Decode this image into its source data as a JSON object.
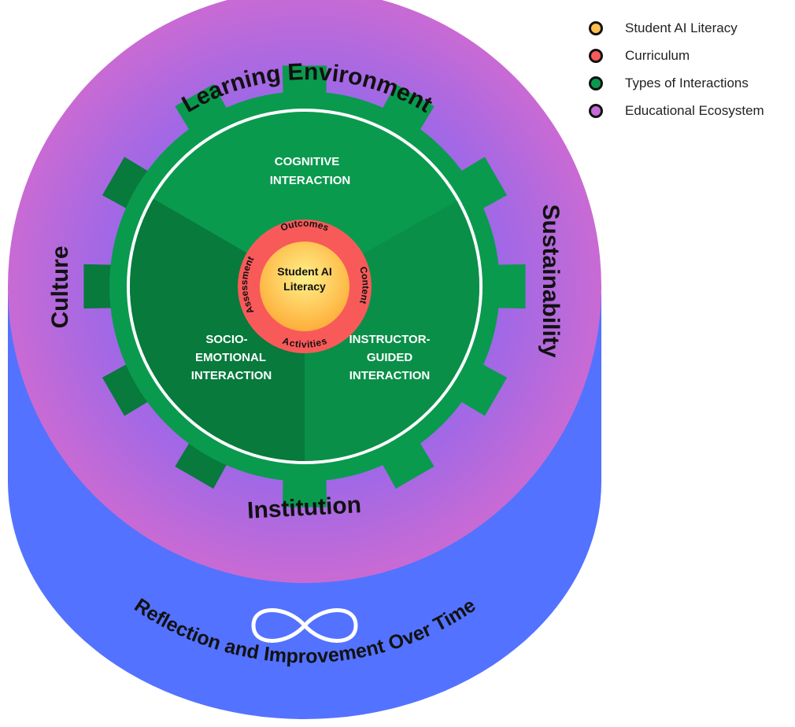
{
  "legend": {
    "items": [
      {
        "label": "Student AI Literacy",
        "color": "#fdbf4d"
      },
      {
        "label": "Curriculum",
        "color": "#f85a5a"
      },
      {
        "label": "Types of Interactions",
        "color": "#0a9a4e"
      },
      {
        "label": "Educational Ecosystem",
        "color": "#c36ad6"
      }
    ]
  },
  "ecosystem": {
    "top": "Learning Environment",
    "left": "Culture",
    "right": "Sustainability",
    "bottom": "Institution"
  },
  "base": {
    "label": "Reflection and Improvement Over Time",
    "icon": "infinity-icon"
  },
  "interactions": {
    "cognitive": [
      "COGNITIVE",
      "INTERACTION"
    ],
    "socio": [
      "SOCIO-",
      "EMOTIONAL",
      "INTERACTION"
    ],
    "instructor": [
      "INSTRUCTOR-",
      "GUIDED",
      "INTERACTION"
    ]
  },
  "curriculum": {
    "outcomes": "Outcomes",
    "content": "Content",
    "activities": "Activities",
    "assessment": "Assessment"
  },
  "core": {
    "line1": "Student AI",
    "line2": "Literacy"
  },
  "colors": {
    "blue_base": "#5372ff",
    "pink_outer": "#c46ad8",
    "purple_inner": "#9666ee",
    "gear_green": "#0a9a4e",
    "gear_dark": "#077a3c",
    "curriculum_red": "#f85a5a",
    "core_yellow": "#fdbf4d"
  }
}
